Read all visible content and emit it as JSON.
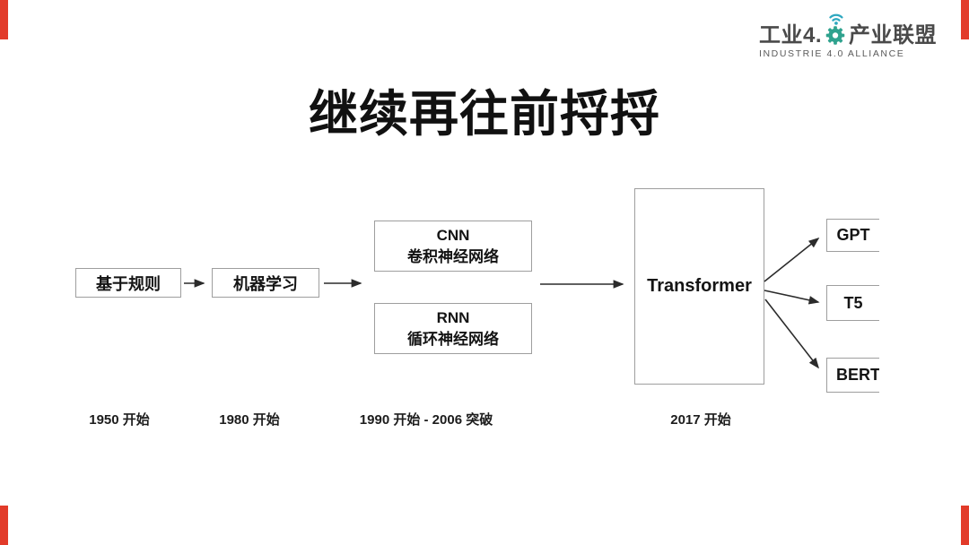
{
  "slide": {
    "title": "继续再往前捋捋",
    "logo": {
      "line1_left": "工业4.",
      "line1_right": "产业联盟",
      "line2": "INDUSTRIE 4.0 ALLIANCE",
      "icons": [
        "wifi-signal-icon",
        "gear-icon"
      ],
      "gear_color": "#2fa28e",
      "wifi_color": "#2fa8c0",
      "text_color": "#4a4a4a"
    },
    "corner_marks_color": "#e23b2a",
    "flow": {
      "rule": {
        "label": "基于规则"
      },
      "ml": {
        "label": "机器学习"
      },
      "cnn": {
        "title": "CNN",
        "subtitle": "卷积神经网络"
      },
      "rnn": {
        "title": "RNN",
        "subtitle": "循环神经网络"
      },
      "transformer": {
        "label": "Transformer"
      },
      "gpt": {
        "label": "GPT"
      },
      "t5": {
        "label": "T5"
      },
      "bert": {
        "label": "BERT"
      }
    },
    "timeline": [
      {
        "label": "1950 开始"
      },
      {
        "label": "1980 开始"
      },
      {
        "label": "1990 开始 - 2006 突破"
      },
      {
        "label": "2017 开始"
      }
    ]
  }
}
